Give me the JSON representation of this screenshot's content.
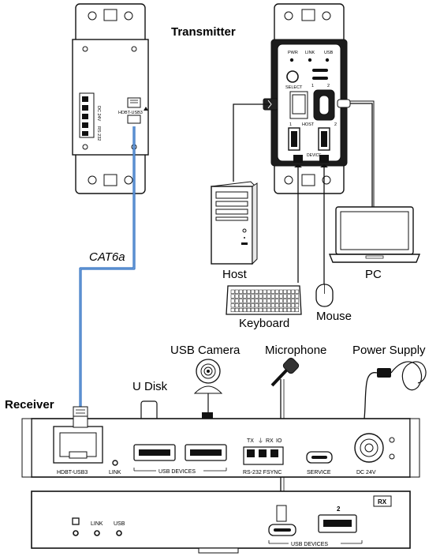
{
  "titles": {
    "transmitter": "Transmitter",
    "receiver": "Receiver"
  },
  "cable": {
    "label": "CAT6a"
  },
  "devices": {
    "host": "Host",
    "pc": "PC",
    "keyboard": "Keyboard",
    "mouse": "Mouse",
    "usb_camera": "USB Camera",
    "microphone": "Microphone",
    "power_supply": "Power Supply",
    "u_disk": "U Disk"
  },
  "wallplate_left": {
    "port_label": "HDBT-USB3",
    "dc_label": "DC 24V",
    "rs232_label": "RS 232"
  },
  "wallplate_right": {
    "pwr": "PWR",
    "link": "LINK",
    "usb": "USB",
    "select": "SELECT",
    "num1": "1",
    "num2": "2",
    "host": "HOST",
    "device": "DEVICE"
  },
  "receiver_front": {
    "hdbt": "HDBT-USB3",
    "link": "LINK",
    "usb_devices": "USB DEVICES",
    "tx": "TX",
    "rx": "RX",
    "io": "IO",
    "rs232_fsync": "RS-232  FSYNC",
    "service": "SERVICE",
    "dc24v": "DC 24V"
  },
  "receiver_rear": {
    "badge": "RX",
    "link": "LINK",
    "usb": "USB",
    "port_num": "2",
    "usb_devices": "USB DEVICES"
  },
  "colors": {
    "cable_blue": "#2f6fc0",
    "line": "#111111",
    "panel_gray": "#e8e8e8"
  }
}
